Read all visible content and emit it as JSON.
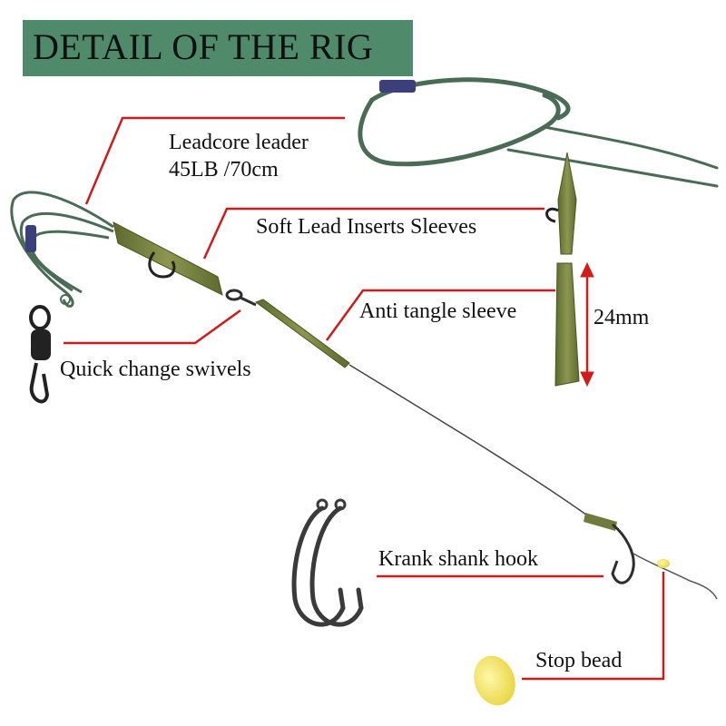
{
  "title": "DETAIL OF THE RIG",
  "labels": {
    "leadcore_line1": "Leadcore leader",
    "leadcore_line2": "45LB /70cm",
    "soft_lead": "Soft Lead Inserts Sleeves",
    "anti_tangle": "Anti tangle sleeve",
    "measurement": "24mm",
    "swivel": "Quick change swivels",
    "hook": "Krank shank hook",
    "stop_bead": "Stop bead"
  },
  "colors": {
    "title_bg": "#4f8a6a",
    "leader_line": "#d11a1a",
    "cord": "#4a6b55",
    "sleeve": "#6f7a3c",
    "bead": "#f3e35a",
    "metal": "#2e2e2e"
  }
}
